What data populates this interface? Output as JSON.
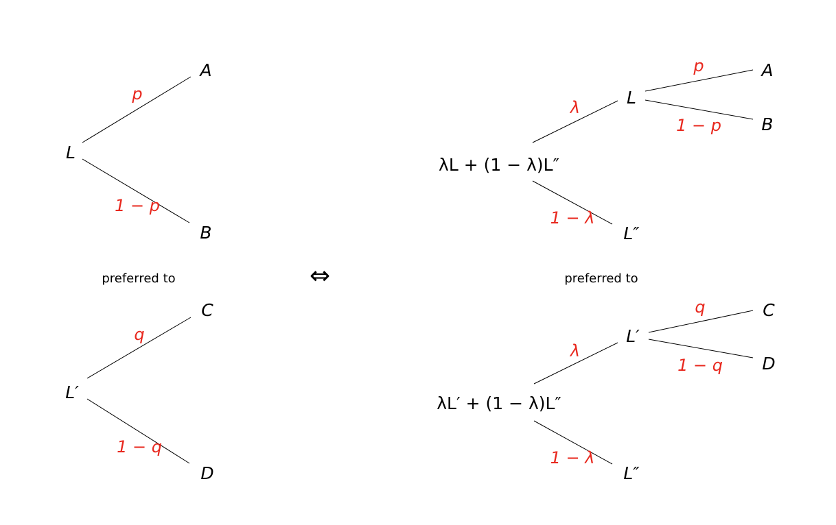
{
  "colors": {
    "probability": "#e8281e",
    "text": "#000000"
  },
  "left": {
    "top": {
      "root": "L",
      "outcomes": [
        "A",
        "B"
      ],
      "probs": [
        "p",
        "1 − p"
      ]
    },
    "relation": "preferred to",
    "bottom": {
      "root": "L′",
      "outcomes": [
        "C",
        "D"
      ],
      "probs": [
        "q",
        "1 − q"
      ]
    }
  },
  "equivalence": "⇔",
  "right": {
    "top": {
      "root": "λL + (1 − λ)L″",
      "sub": "L",
      "other": "L″",
      "outcomes": [
        "A",
        "B"
      ],
      "probs": [
        "p",
        "1 − p"
      ],
      "mix": [
        "λ",
        "1 − λ"
      ]
    },
    "relation": "preferred to",
    "bottom": {
      "root": "λL′ + (1 − λ)L″",
      "sub": "L′",
      "other": "L″",
      "outcomes": [
        "C",
        "D"
      ],
      "probs": [
        "q",
        "1 − q"
      ],
      "mix": [
        "λ",
        "1 − λ"
      ]
    }
  }
}
